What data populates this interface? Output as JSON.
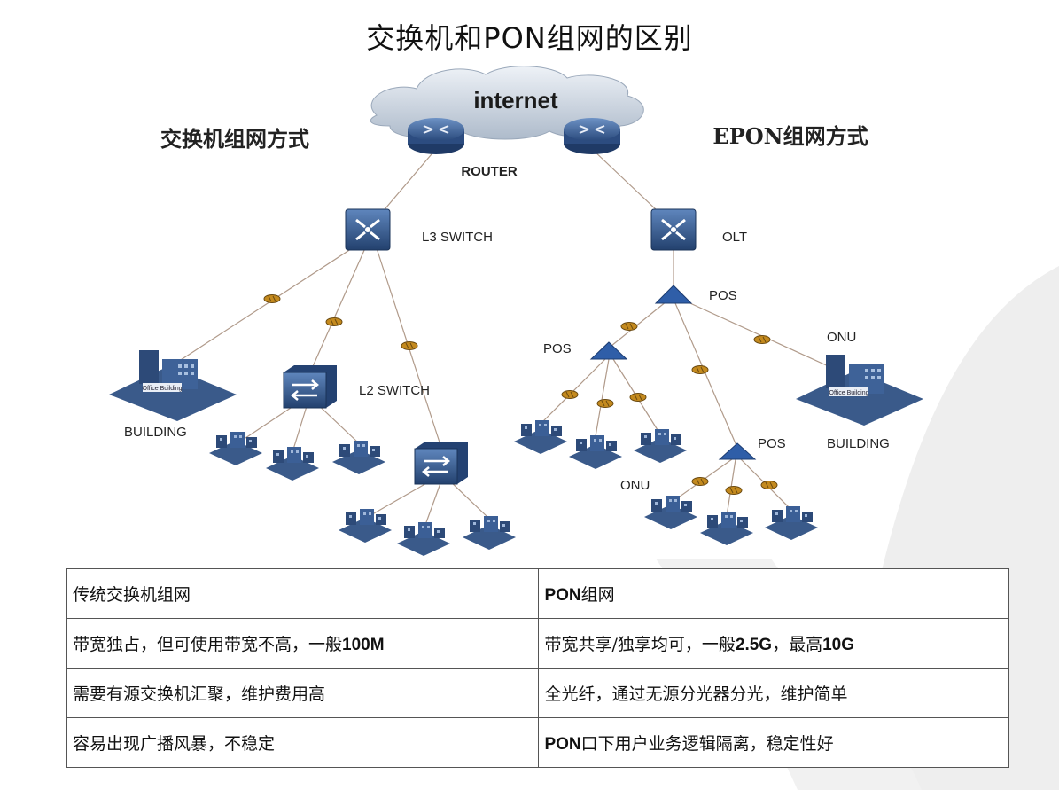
{
  "title": "交换机和PON组网的区别",
  "diagram": {
    "cloud_label": "internet",
    "left_heading": "交换机组网方式",
    "right_heading": "EPON组网方式",
    "router_label": "ROUTER",
    "l3_switch_label": "L3 SWITCH",
    "l2_switch_label": "L2 SWITCH",
    "left_building_label": "BUILDING",
    "olt_label": "OLT",
    "pos_top_label": "POS",
    "pos_left_label": "POS",
    "pos_bottom_label": "POS",
    "onu_right_label": "ONU",
    "onu_bottom_label": "ONU",
    "right_building_label": "BUILDING",
    "building_sign": "Office Building",
    "colors": {
      "line": "#b09a8a",
      "device": "#34598f",
      "pos": "#2f5ea8",
      "cloud": "#c9d4e2",
      "splitter": "#c48a1e"
    }
  },
  "table": {
    "rows": [
      {
        "left": [
          {
            "t": "传统交换机组网",
            "b": false
          }
        ],
        "right": [
          {
            "t": "PON",
            "b": true
          },
          {
            "t": "组网",
            "b": false
          }
        ]
      },
      {
        "left": [
          {
            "t": "带宽独占，但可使用带宽不高，一般",
            "b": false
          },
          {
            "t": "100M",
            "b": true
          }
        ],
        "right": [
          {
            "t": "带宽共享/独享均可，一般",
            "b": false
          },
          {
            "t": "2.5G",
            "b": true
          },
          {
            "t": "，最高",
            "b": false
          },
          {
            "t": "10G",
            "b": true
          }
        ]
      },
      {
        "left": [
          {
            "t": "需要有源交换机汇聚，维护费用高",
            "b": false
          }
        ],
        "right": [
          {
            "t": "全光纤，通过无源分光器分光，维护简单",
            "b": false
          }
        ]
      },
      {
        "left": [
          {
            "t": "容易出现广播风暴，不稳定",
            "b": false
          }
        ],
        "right": [
          {
            "t": "PON",
            "b": true
          },
          {
            "t": "口下用户业务逻辑隔离，稳定性好",
            "b": false
          }
        ]
      }
    ]
  }
}
